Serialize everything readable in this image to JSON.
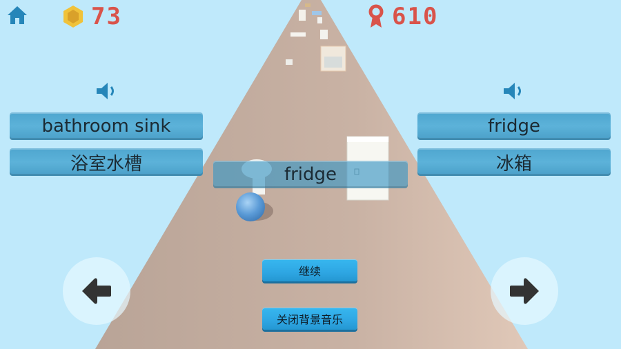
{
  "hud": {
    "home_icon": "home-icon",
    "coin_icon": "hexagon-coin-icon",
    "coins": "73",
    "distance_icon": "location-pin-icon",
    "distance": "610",
    "accent_color": "#d9534a"
  },
  "left_option": {
    "speaker_icon": "speaker-icon",
    "english": "bathroom sink",
    "chinese": "浴室水槽"
  },
  "right_option": {
    "speaker_icon": "speaker-icon",
    "english": "fridge",
    "chinese": "冰箱"
  },
  "center_word": "fridge",
  "buttons": {
    "continue": "继续",
    "close_music": "关闭背景音乐"
  },
  "controls": {
    "left_icon": "arrow-left-icon",
    "right_icon": "arrow-right-icon"
  }
}
